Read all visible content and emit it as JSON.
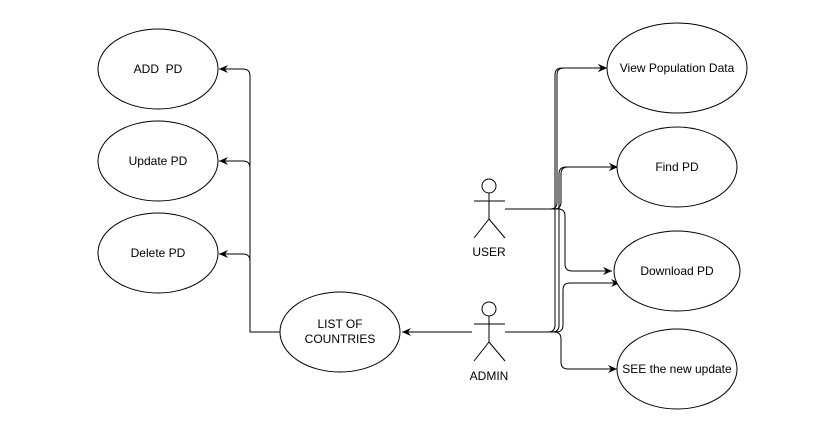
{
  "diagram": {
    "colors": {
      "stroke": "#000000",
      "fill": "#ffffff"
    },
    "actors": {
      "user": "USER",
      "admin": "ADMIN"
    },
    "usecases": {
      "add_pd": "ADD  PD",
      "update_pd": "Update PD",
      "delete_pd": "Delete PD",
      "list_of_countries_line1": "LIST OF",
      "list_of_countries_line2": "COUNTRIES",
      "view_population_data": "View Population Data",
      "find_pd": "Find PD",
      "download_pd": "Download PD",
      "see_new_update": "SEE the new update"
    }
  }
}
